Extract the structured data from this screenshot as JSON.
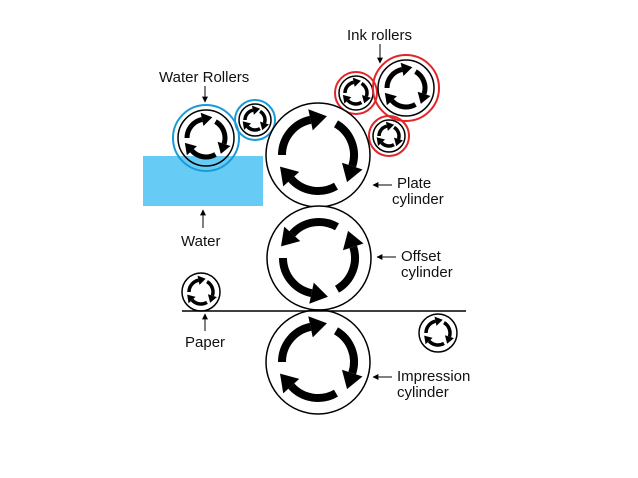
{
  "labels": {
    "ink_rollers": "Ink rollers",
    "water_rollers": "Water Rollers",
    "plate_line1": "Plate",
    "plate_line2": "cylinder",
    "water": "Water",
    "offset_line1": "Offset",
    "offset_line2": "cylinder",
    "paper": "Paper",
    "impression_line1": "Impression",
    "impression_line2": "cylinder"
  },
  "colors": {
    "water_fill": "#66ccf5",
    "water_ring": "#1a9ad6",
    "ink_ring": "#e0262b",
    "stroke": "#000000"
  },
  "rotation": {
    "plate": "clockwise",
    "offset": "counterclockwise",
    "impression": "clockwise",
    "water_rollers": "clockwise",
    "ink_rollers": "clockwise",
    "paper_rollers": "clockwise"
  }
}
